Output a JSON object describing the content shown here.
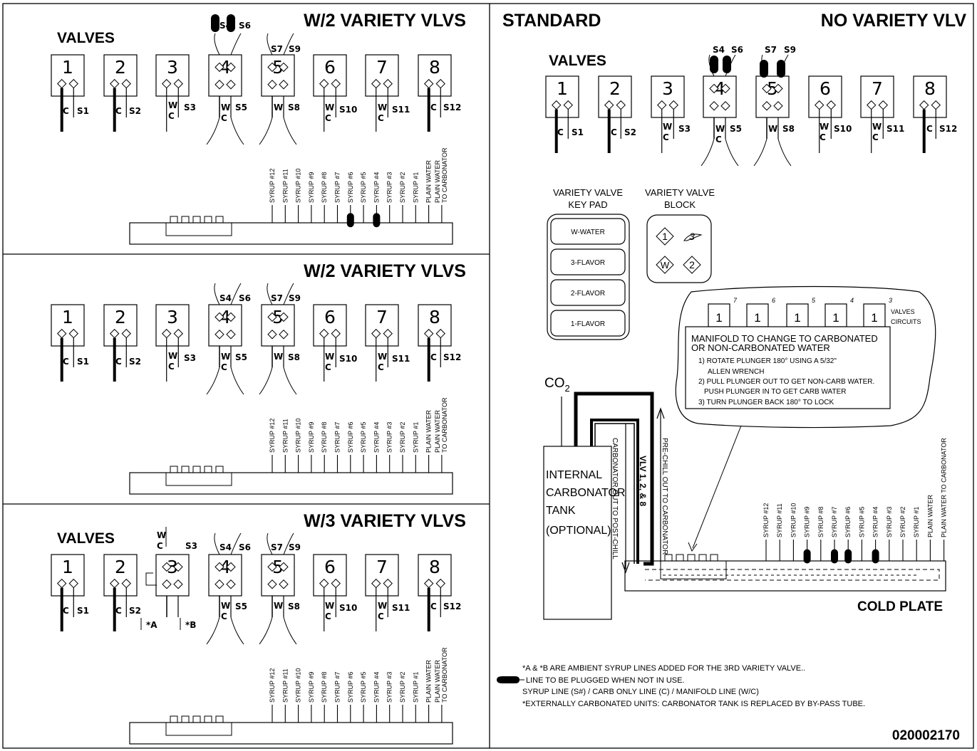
{
  "panels": [
    {
      "title": "W/2 VARIETY VLVS",
      "valves_label": "VALVES"
    },
    {
      "title": "W/2 VARIETY VLVS"
    },
    {
      "title": "W/3 VARIETY VLVS",
      "valves_label": "VALVES"
    }
  ],
  "right": {
    "title_left": "STANDARD",
    "title_right": "NO VARIETY VLV",
    "valves_label": "VALVES"
  },
  "valve_numbers": [
    "1",
    "2",
    "3",
    "4",
    "5",
    "6",
    "7",
    "8"
  ],
  "line_labels": {
    "S1": "S1",
    "S2": "S2",
    "S3": "S3",
    "S4": "S4",
    "S5": "S5",
    "S6": "S6",
    "S7": "S7",
    "S8": "S8",
    "S9": "S9",
    "S10": "S10",
    "S11": "S11",
    "S12": "S12",
    "C": "C",
    "W": "W",
    "A": "*A",
    "B": "*B"
  },
  "syrup_columns": [
    "SYRUP #12",
    "SYRUP #11",
    "SYRUP #10",
    "SYRUP #9",
    "SYRUP #8",
    "SYRUP #7",
    "SYRUP #6",
    "SYRUP #5",
    "SYRUP #4",
    "SYRUP #3",
    "SYRUP #2",
    "SYRUP #1",
    "PLAIN WATER",
    "PLAIN WATER TO CARBONATOR"
  ],
  "plain_water_carb_lines": [
    "PLAIN WATER",
    "TO CARBONATOR"
  ],
  "keypad": {
    "title_lines": [
      "VARIETY VALVE",
      "KEY PAD"
    ],
    "buttons": [
      "W-WATER",
      "3-FLAVOR",
      "2-FLAVOR",
      "1-FLAVOR"
    ]
  },
  "block": {
    "title_lines": [
      "VARIETY VALVE",
      "BLOCK"
    ],
    "symbols": [
      "1",
      "3",
      "W",
      "2"
    ]
  },
  "manifold": {
    "numbers": [
      "7",
      "6",
      "5",
      "4",
      "3"
    ],
    "position": "1",
    "side_label_lines": [
      "VALVES",
      "CIRCUITS"
    ],
    "heading_lines": [
      "MANIFOLD TO CHANGE TO CARBONATED",
      "OR NON-CARBONATED WATER"
    ],
    "steps": [
      "1) ROTATE PLUNGER 180° USING A 5/32\"",
      "ALLEN WRENCH",
      "2) PULL PLUNGER OUT TO GET NON-CARB WATER.",
      "PUSH PLUNGER IN TO GET CARB WATER",
      "3) TURN PLUNGER BACK 180° TO LOCK"
    ]
  },
  "co2": {
    "label": "CO",
    "sub": "2"
  },
  "tank_label_lines": [
    "INTERNAL",
    "CARBONATOR",
    "TANK",
    "(OPTIONAL)"
  ],
  "vertical_labels": {
    "carb_out": "CARBONATOR OUT TO POST-CHILL",
    "vlv": "VLV 1, 2, & 8",
    "prechill": "PRE-CHILL OUT TO CARBONATOR"
  },
  "cold_plate": "COLD PLATE",
  "notes": [
    "*A & *B ARE AMBIENT SYRUP LINES ADDED FOR THE 3RD VARIETY VALVE..",
    "LINE TO BE PLUGGED WHEN NOT IN USE.",
    "SYRUP LINE (S#) / CARB ONLY LINE (C) / MANIFOLD LINE (W/C)",
    "*EXTERNALLY CARBONATED UNITS: CARBONATOR TANK IS REPLACED BY BY-PASS TUBE."
  ],
  "part_number": "020002170"
}
